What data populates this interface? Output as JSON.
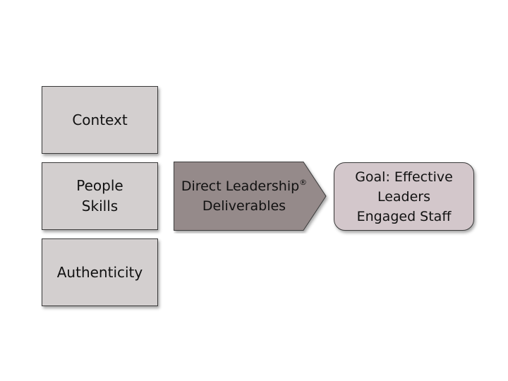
{
  "slide": {
    "inputs": [
      {
        "lines": [
          "Context"
        ]
      },
      {
        "lines": [
          "People",
          "Skills"
        ]
      },
      {
        "lines": [
          "Authenticity"
        ]
      }
    ],
    "process": {
      "line1": "Direct Leadership",
      "mark": "®",
      "line2": "Deliverables"
    },
    "goal": {
      "lines": [
        "Goal: Effective",
        "Leaders",
        "Engaged Staff"
      ]
    }
  },
  "colors": {
    "input_fill": "#d3cfcf",
    "process_fill": "#958a8a",
    "goal_fill": "#d3c7cb",
    "border": "#3a3a3a"
  }
}
